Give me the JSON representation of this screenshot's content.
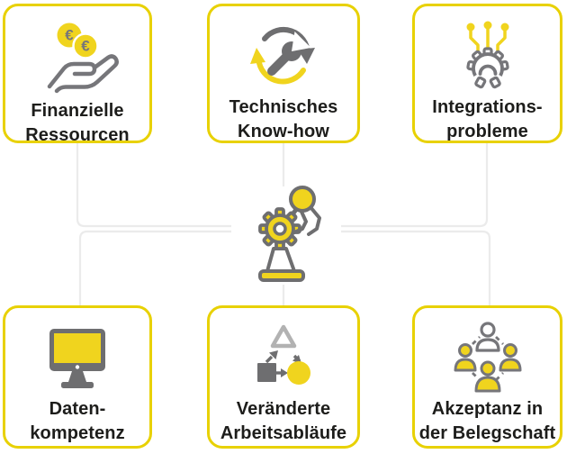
{
  "title": "Herausforderungen der Automatisierung (Infografik)",
  "colors": {
    "accent_yellow": "#e8d103",
    "icon_yellow": "#f0d41e",
    "icon_gray": "#76767a",
    "dark_gray": "#6e6e70",
    "triangle_gray": "#b2b2b2",
    "connector_gray": "#ebebeb",
    "text": "#1d1d1b",
    "background": "#ffffff"
  },
  "center": {
    "icon": "robot-arm-icon"
  },
  "boxes": [
    {
      "icon": "euro-coins-hand-icon",
      "label_line1": "Finanzielle",
      "label_line2": "Ressourcen"
    },
    {
      "icon": "wrench-cycle-icon",
      "label_line1": "Technisches",
      "label_line2": "Know-how"
    },
    {
      "icon": "circuit-gear-icon",
      "label_line1": "Integrations-",
      "label_line2": "probleme"
    },
    {
      "icon": "monitor-icon",
      "label_line1": "Daten-",
      "label_line2": "kompetenz"
    },
    {
      "icon": "shapes-transition-icon",
      "label_line1": "Veränderte",
      "label_line2": "Arbeitsabläufe"
    },
    {
      "icon": "people-network-icon",
      "label_line1": "Akzeptanz in",
      "label_line2": "der Belegschaft"
    }
  ]
}
